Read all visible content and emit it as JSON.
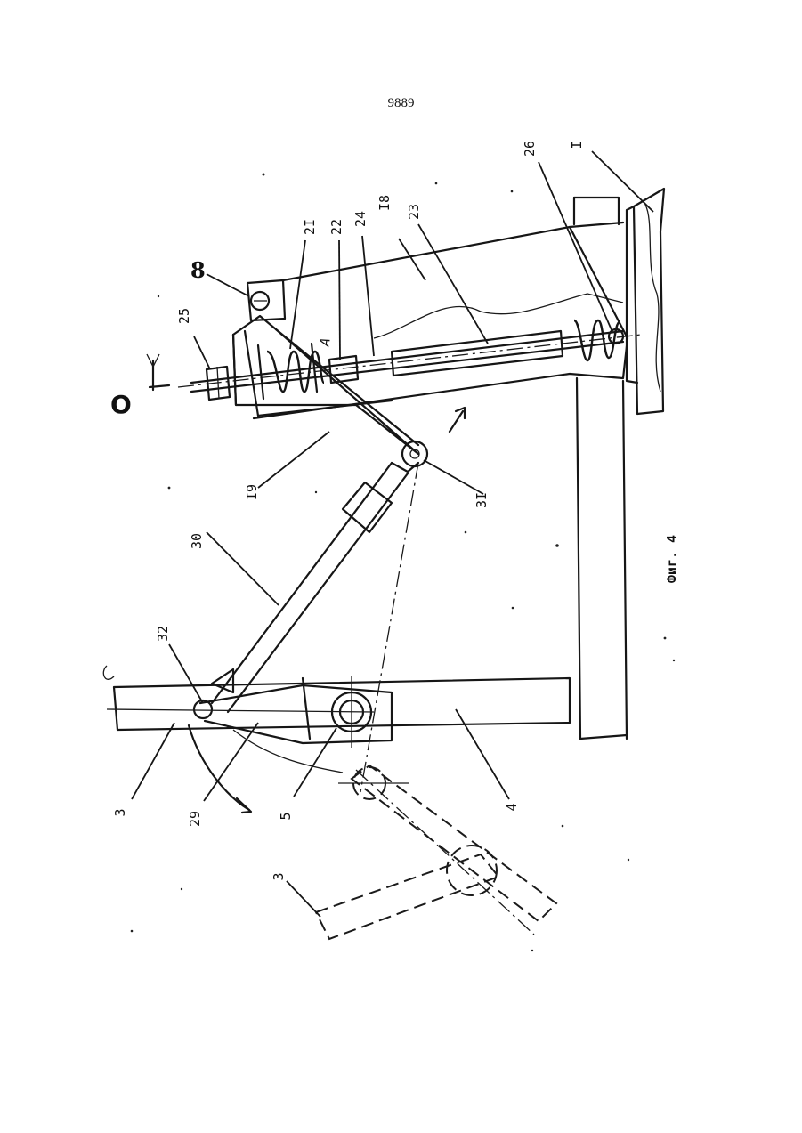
{
  "page": {
    "number": "9889"
  },
  "figure": {
    "caption": "Фиг. 4",
    "labels": {
      "l1": "I",
      "l3a": "3",
      "l3b": "3",
      "l4": "4",
      "l5": "5",
      "l8": "8",
      "l18": "I8",
      "l19": "I9",
      "l21": "2I",
      "l22": "22",
      "l23": "23",
      "l24": "24",
      "l25": "25",
      "l26": "26",
      "l29": "29",
      "l30": "30",
      "l31": "3I",
      "l32": "32",
      "lA": "A",
      "lO": "O"
    }
  }
}
